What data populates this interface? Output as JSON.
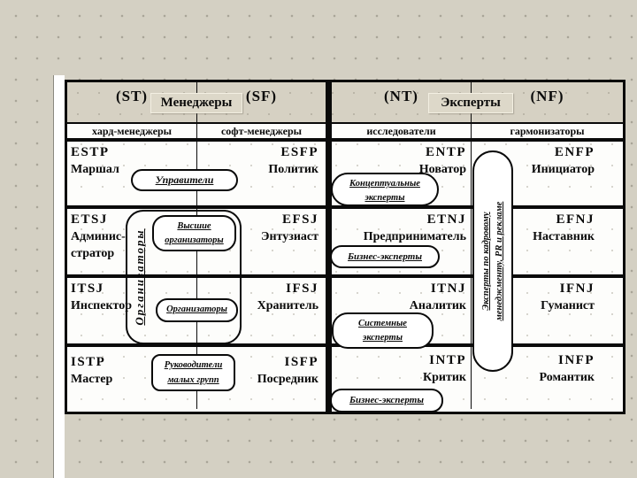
{
  "header": {
    "left": {
      "tag_left": "(ST)",
      "title": "Менеджеры",
      "tag_right": "(SF)",
      "sub_left": "хард-менеджеры",
      "sub_right": "софт-менеджеры"
    },
    "right": {
      "tag_left": "(NT)",
      "title": "Эксперты",
      "tag_right": "(NF)",
      "sub_left": "исследователи",
      "sub_right": "гармонизаторы"
    }
  },
  "types": {
    "estp": {
      "code": "ESTP",
      "role": "Маршал"
    },
    "esfp": {
      "code": "ESFP",
      "role": "Политик"
    },
    "entp": {
      "code": "ENTP",
      "role": "Новатор"
    },
    "enfp": {
      "code": "ENFP",
      "role": "Инициатор"
    },
    "etsj": {
      "code": "ETSJ",
      "role": "Админис-",
      "role2": "стратор"
    },
    "efsj": {
      "code": "EFSJ",
      "role": "Энтузиаст"
    },
    "etnj": {
      "code": "ETNJ",
      "role": "Предприниматель"
    },
    "efnj": {
      "code": "EFNJ",
      "role": "Наставник"
    },
    "itsj": {
      "code": "ITSJ",
      "role": "Инспектор"
    },
    "ifsj": {
      "code": "IFSJ",
      "role": "Хранитель"
    },
    "itnj": {
      "code": "ITNJ",
      "role": "Аналитик"
    },
    "ifnj": {
      "code": "IFNJ",
      "role": "Гуманист"
    },
    "istp": {
      "code": "ISTP",
      "role": "Мастер"
    },
    "isfp": {
      "code": "ISFP",
      "role": "Посредник"
    },
    "intp": {
      "code": "INTP",
      "role": "Критик"
    },
    "infp": {
      "code": "INFP",
      "role": "Романтик"
    }
  },
  "groups": {
    "upraviteli": "Управители",
    "conceptual_line1": "Концептуальные",
    "conceptual_line2": "эксперты",
    "organizatory_vertical": "Организаторы",
    "vysshie_line1": "Высшие",
    "vysshie_line2": "организаторы",
    "organizatory": "Организаторы",
    "rukovoditeli_line1": "Руководители",
    "rukovoditeli_line2": "малых групп",
    "biznes_nt": "Бизнес-эксперты",
    "sistemnye_line1": "Системные",
    "sistemnye_line2": "эксперты",
    "biznes_ntp": "Бизнес-эксперты",
    "hr_line1": "Эксперты по кадровому",
    "hr_line2": "менеджменту, PR и рекламе"
  },
  "colors": {
    "page_bg": "#d4d0c3",
    "header_band_bg": "#d6d1c3",
    "title_box_bg": "#ddd8c9",
    "cell_bg": "#fdfdfb",
    "border": "#0a0a0a"
  }
}
